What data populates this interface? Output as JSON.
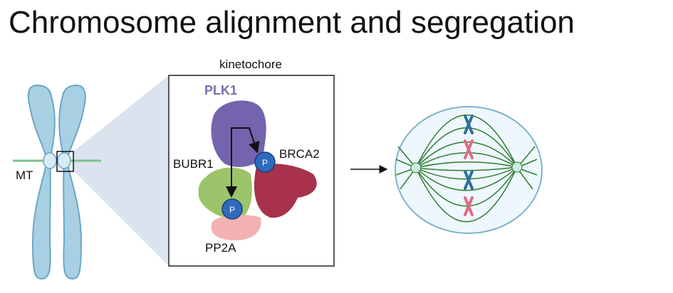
{
  "title": "Chromosome alignment and segregation",
  "labels": {
    "kinetochore": "kinetochore",
    "plk1": "PLK1",
    "bubr1": "BUBR1",
    "brca2": "BRCA2",
    "pp2a": "PP2A",
    "mt": "MT",
    "phospho": "P"
  },
  "colors": {
    "chromosome": "#a8d0e2",
    "chromosome_outline": "#6aa6c8",
    "microtubule": "#7cc18a",
    "plk1": "#7463ad",
    "plk1_label": "#7d6bb0",
    "brca2": "#a8324c",
    "bubr1": "#9cc46a",
    "pp2a": "#f2b2b2",
    "phospho": "#2f6bbd",
    "zoom_cone": "#dbe3ef",
    "cell": "#eef7fd",
    "spindle": "#2e7d32",
    "chrom_blue": "#2f6f9f",
    "chrom_pink": "#dd6b86"
  }
}
